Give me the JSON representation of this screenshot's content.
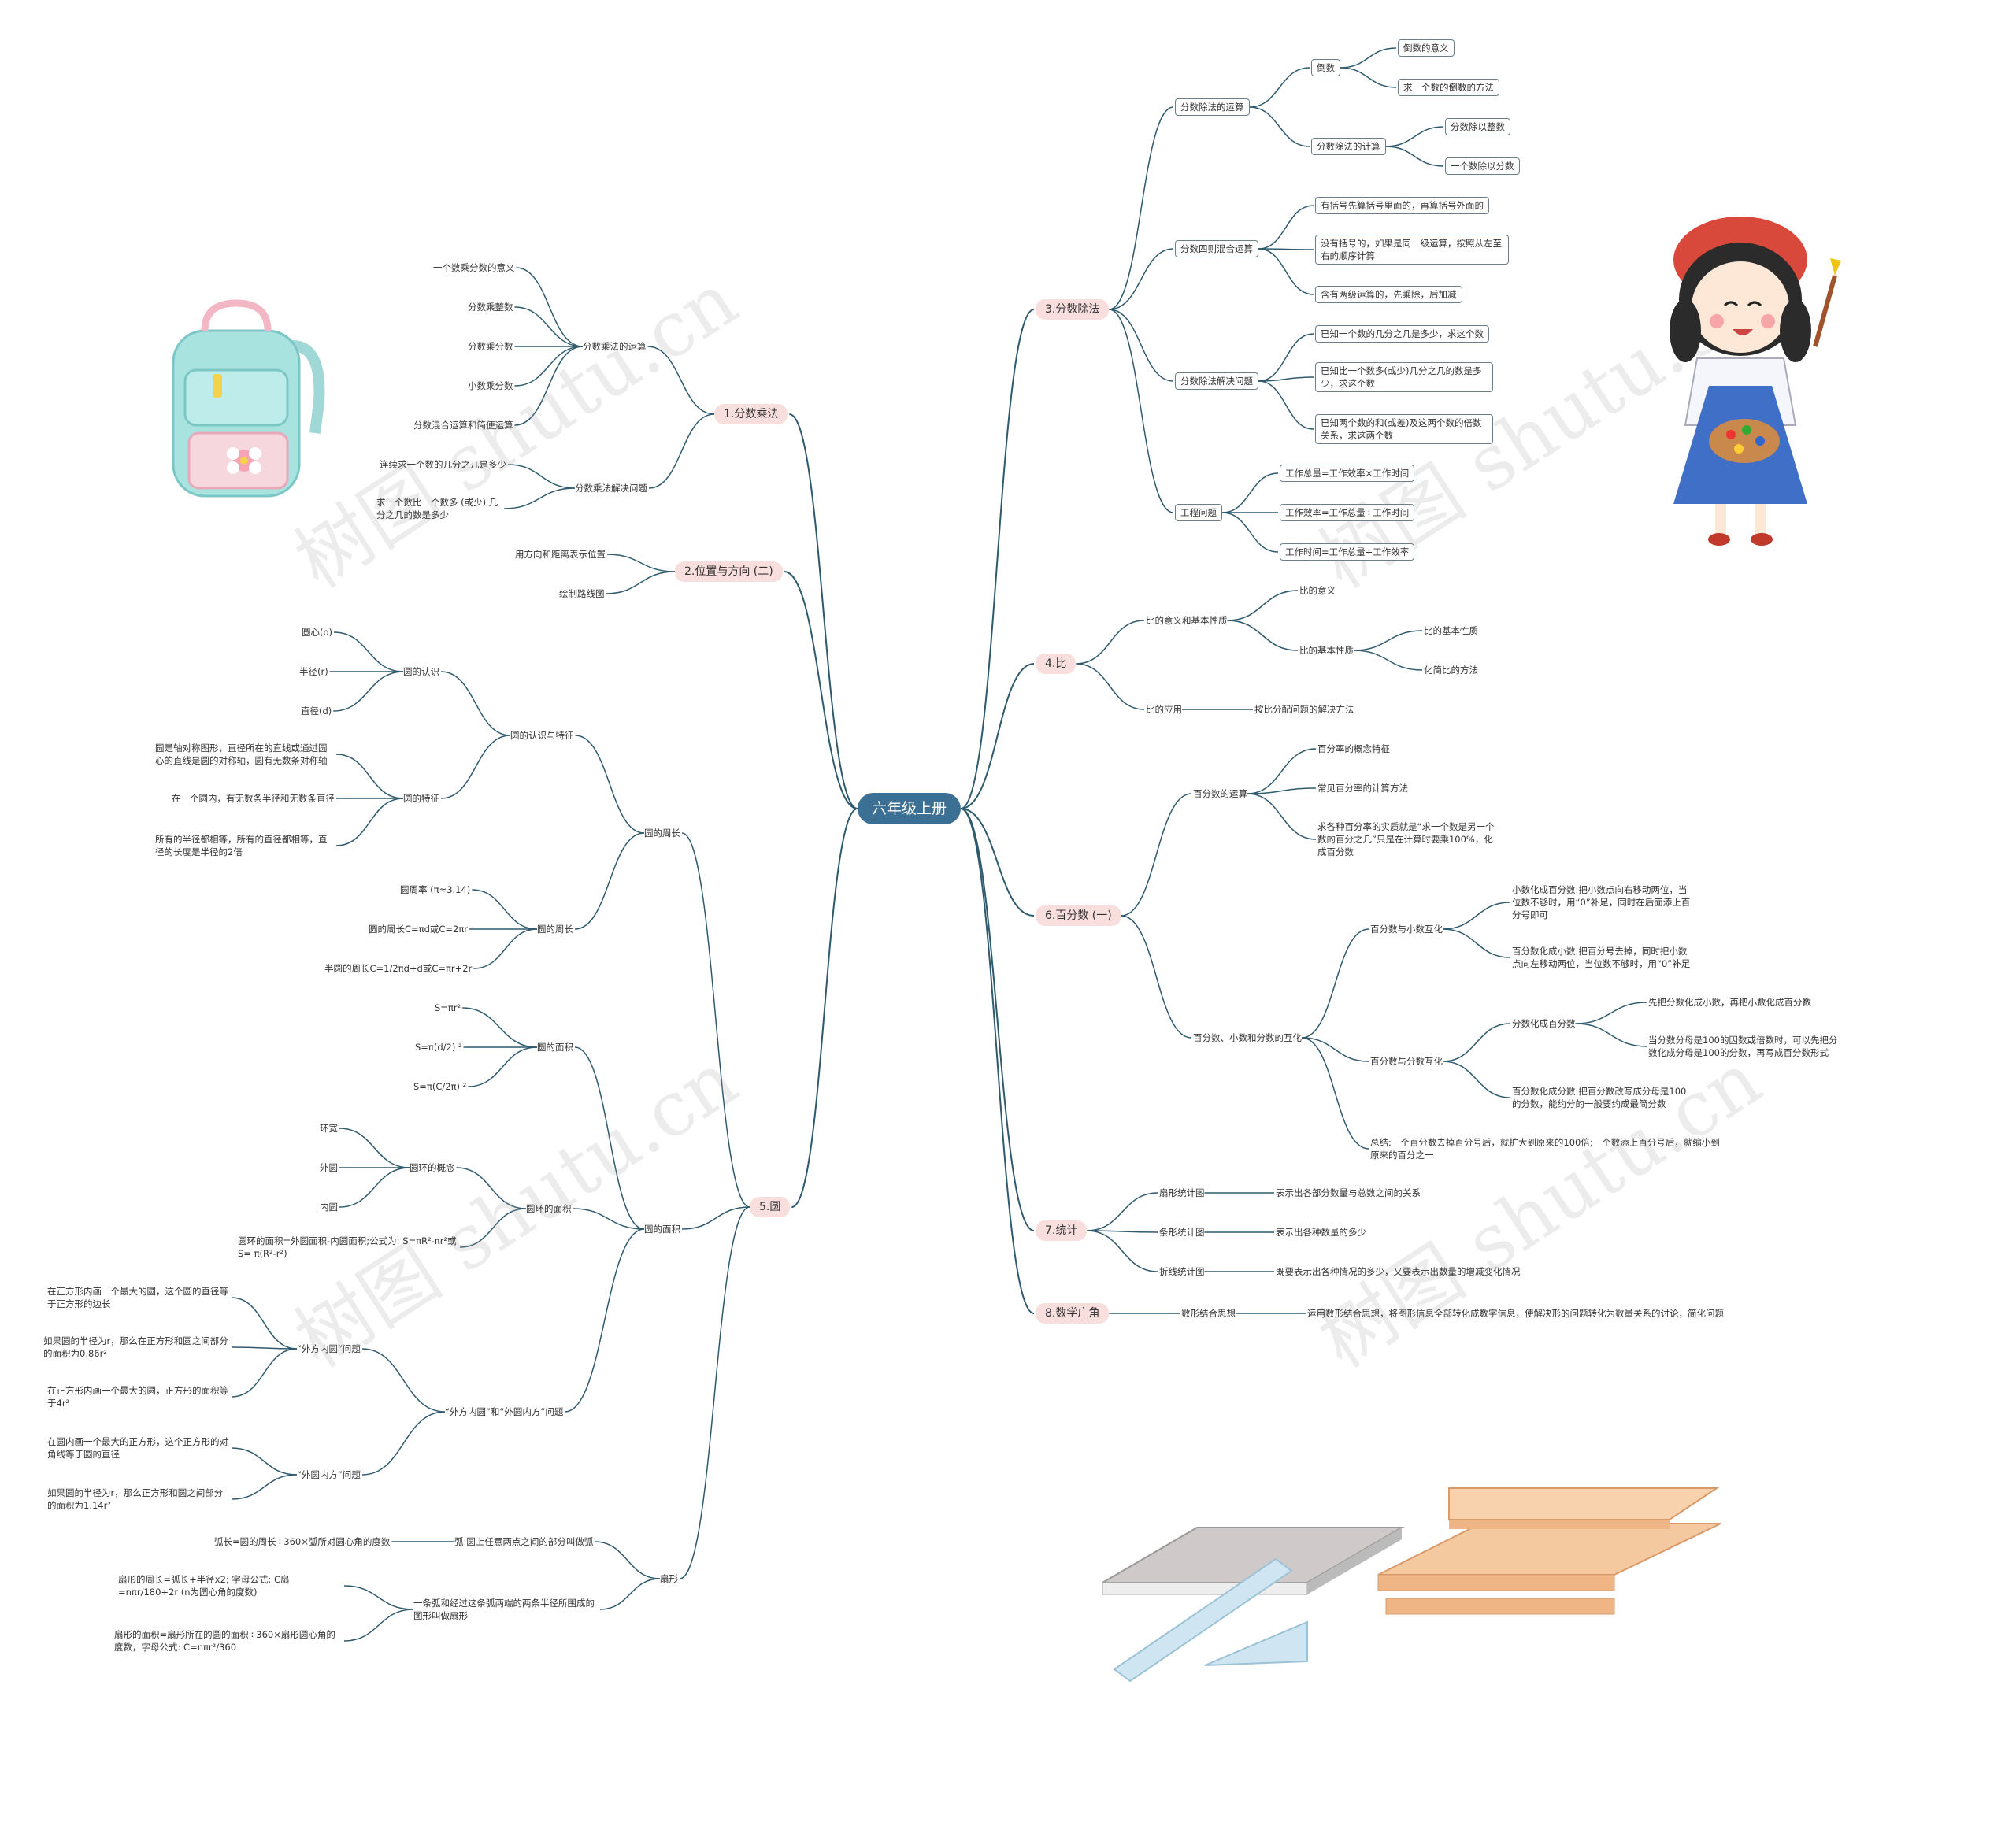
{
  "title": "六年级上册",
  "watermark": "树图 shutu.cn",
  "colors": {
    "line": "#2f5a6e",
    "root": "#3b6f93",
    "branch": "#f9dede"
  },
  "branches": {
    "b1": "1.分数乘法",
    "b2": "2.位置与方向 (二)",
    "b3": "3.分数除法",
    "b4": "4.比",
    "b5": "5.圆",
    "b6": "6.百分数 (一)",
    "b7": "7.统计",
    "b8": "8.数学广角"
  },
  "n1": {
    "a": "分数乘法的运算",
    "a1": "一个数乘分数的意义",
    "a2": "分数乘整数",
    "a3": "分数乘分数",
    "a4": "小数乘分数",
    "a5": "分数混合运算和简便运算",
    "b": "分数乘法解决问题",
    "b1": "连续求一个数的几分之几是多少",
    "b2": "求一个数比一个数多 (或少) 几分之几的数是多少"
  },
  "n2": {
    "a": "用方向和距离表示位置",
    "b": "绘制路线图"
  },
  "n3": {
    "a": "分数除法的运算",
    "a1": "倒数",
    "a1a": "倒数的意义",
    "a1b": "求一个数的倒数的方法",
    "a2": "分数除法的计算",
    "a2a": "分数除以整数",
    "a2b": "一个数除以分数",
    "b": "分数四则混合运算",
    "b1": "有括号先算括号里面的，再算括号外面的",
    "b2": "没有括号的，如果是同一级运算，按照从左至右的顺序计算",
    "b3": "含有两级运算的，先乘除，后加减",
    "c": "分数除法解决问题",
    "c1": "已知一个数的几分之几是多少，求这个数",
    "c2": "已知比一个数多(或少)几分之几的数是多少，求这个数",
    "c3": "已知两个数的和(或差)及这两个数的倍数关系，求这两个数",
    "d": "工程问题",
    "d1": "工作总量=工作效率×工作时间",
    "d2": "工作效率=工作总量÷工作时间",
    "d3": "工作时间=工作总量÷工作效率"
  },
  "n4": {
    "a": "比的意义和基本性质",
    "a1": "比的意义",
    "a2": "比的基本性质",
    "a2a": "比的基本性质",
    "a2b": "化简比的方法",
    "b": "比的应用",
    "b1": "按比分配问题的解决方法"
  },
  "n5": {
    "a": "圆的周长",
    "a1": "圆的认识与特征",
    "a1a": "圆的认识",
    "a1a1": "圆心(o)",
    "a1a2": "半径(r)",
    "a1a3": "直径(d)",
    "a1b": "圆的特征",
    "a1b1": "圆是轴对称图形，直径所在的直线或通过圆心的直线是圆的对称轴，圆有无数条对称轴",
    "a1b2": "在一个圆内，有无数条半径和无数条直径",
    "a1b3": "所有的半径都相等，所有的直径都相等，直径的长度是半径的2倍",
    "a2": "圆的周长",
    "a2a": "圆周率 (π≈3.14)",
    "a2b": "圆的周长C=πd或C=2πr",
    "a2c": "半圆的周长C=1/2πd+d或C=πr+2r",
    "b": "圆的面积",
    "b1": "圆的面积",
    "b1a": "S=πr²",
    "b1b": "S=π(d/2) ²",
    "b1c": "S=π(C/2π) ²",
    "b2": "圆环的面积",
    "b2a": "圆环的概念",
    "b2a1": "环宽",
    "b2a2": "外圆",
    "b2a3": "内圆",
    "b2b": "圆环的面积=外圆面积-内圆面积;公式为: S=πR²-πr²或S= π(R²-r²)",
    "b3": "“外方内圆”和“外圆内方”问题",
    "b3a": "“外方内圆”问题",
    "b3a1": "在正方形内画一个最大的圆，这个圆的直径等于正方形的边长",
    "b3a2": "如果圆的半径为r，那么在正方形和圆之间部分的面积为0.86r²",
    "b3a3": "在正方形内画一个最大的圆，正方形的面积等于4r²",
    "b3b": "“外圆内方”问题",
    "b3b1": "在圆内画一个最大的正方形，这个正方形的对角线等于圆的直径",
    "b3b2": "如果圆的半径为r，那么正方形和圆之间部分的面积为1.14r²",
    "c": "扇形",
    "c1": "弧:圆上任意两点之间的部分叫做弧",
    "c1a": "弧长=圆的周长÷360×弧所对圆心角的度数",
    "c2": "一条弧和经过这条弧两端的两条半径所围成的图形叫做扇形",
    "c2a": "扇形的周长=弧长+半径x2; 字母公式: C扇=nπr/180+2r (n为圆心角的度数)",
    "c2b": "扇形的面积=扇形所在的圆的面积÷360×扇形圆心角的度数，字母公式: C=nπr²/360"
  },
  "n6": {
    "a": "百分数的运算",
    "a1": "百分率的概念特征",
    "a2": "常见百分率的计算方法",
    "a3": "求各种百分率的实质就是“求一个数是另一个数的百分之几”只是在计算时要乘100%，化成百分数",
    "b": "百分数、小数和分数的互化",
    "b1": "百分数与小数互化",
    "b1a": "小数化成百分数:把小数点向右移动两位，当位数不够时，用“0”补足，同时在后面添上百分号即可",
    "b1b": "百分数化成小数:把百分号去掉，同时把小数点向左移动两位，当位数不够时，用“0”补足",
    "b2": "百分数与分数互化",
    "b2a": "分数化成百分数",
    "b2a1": "先把分数化成小数，再把小数化成百分数",
    "b2a2": "当分数分母是100的因数或倍数时，可以先把分数化成分母是100的分数，再写成百分数形式",
    "b2b": "百分数化成分数:把百分数改写成分母是100的分数，能约分的一般要约成最简分数",
    "b3": "总结:一个百分数去掉百分号后，就扩大到原来的100倍;一个数添上百分号后，就缩小到原来的百分之一"
  },
  "n7": {
    "a": "扇形统计图",
    "a1": "表示出各部分数量与总数之间的关系",
    "b": "条形统计图",
    "b1": "表示出各种数量的多少",
    "c": "折线统计图",
    "c1": "既要表示出各种情况的多少，又要表示出数量的增减变化情况"
  },
  "n8": {
    "a": "数形结合思想",
    "a1": "运用数形结合思想，将图形信息全部转化成数字信息，使解决形的问题转化为数量关系的讨论，简化问题"
  },
  "decorations": [
    "backpack-illustration",
    "painter-girl-illustration",
    "books-and-rulers-illustration"
  ]
}
